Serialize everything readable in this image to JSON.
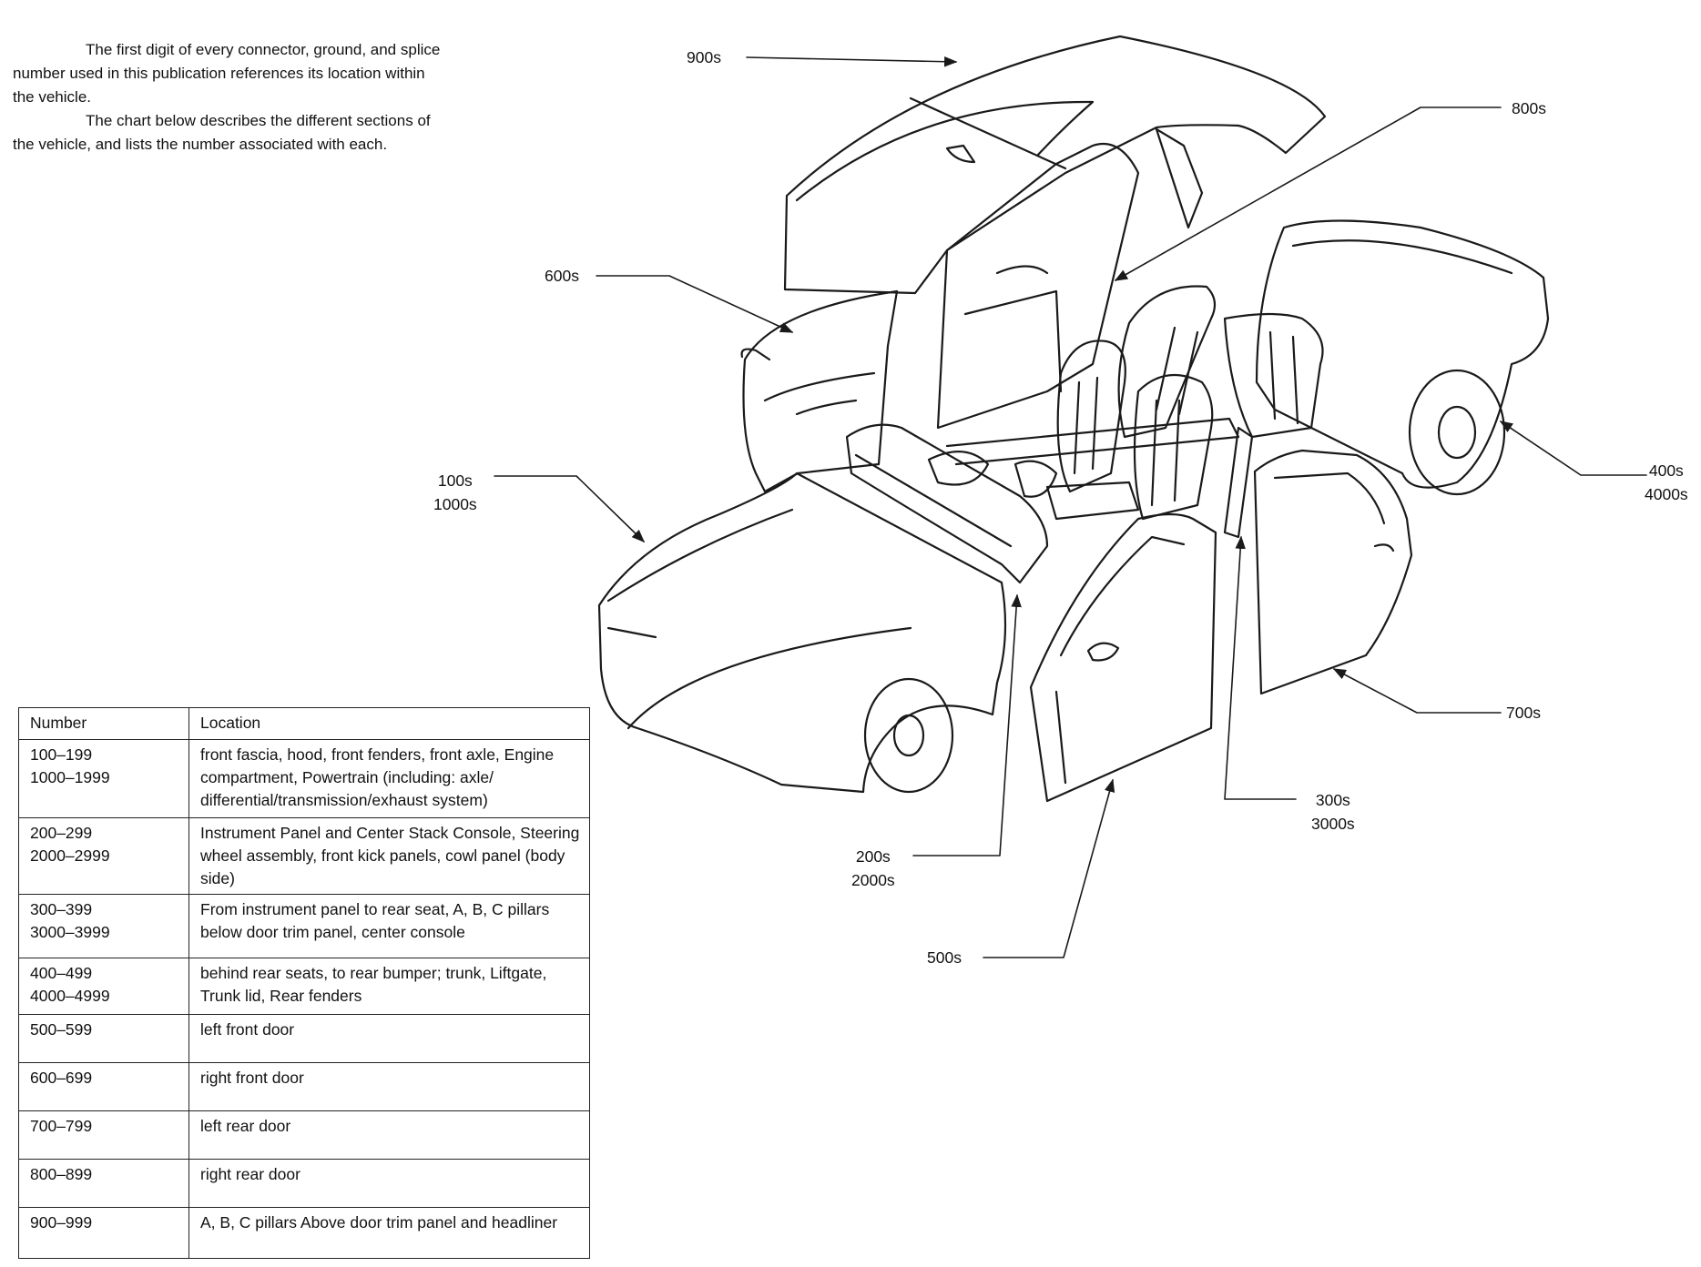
{
  "intro": {
    "paragraph1": "The first digit of every connector, ground, and splice number used in this publication references its location within the vehicle.",
    "paragraph2": "The chart below describes the different sections of the vehicle, and lists the number associated with each."
  },
  "table": {
    "headers": [
      "Number",
      "Location"
    ],
    "rows": [
      {
        "number": "100–199\n1000–1999",
        "location": "front fascia, hood, front fenders, front axle, Engine compartment, Powertrain (including: axle/ differential/transmission/exhaust system)"
      },
      {
        "number": "200–299\n2000–2999",
        "location": "Instrument Panel and Center Stack Console, Steering wheel assembly, front kick panels, cowl panel (body side)"
      },
      {
        "number": "300–399\n3000–3999",
        "location": "From instrument panel to rear seat, A, B, C pillars below door trim panel, center console"
      },
      {
        "number": "400–499\n4000–4999",
        "location": "behind rear seats, to rear bumper; trunk, Liftgate, Trunk lid, Rear fenders"
      },
      {
        "number": "500–599",
        "location": "left front door"
      },
      {
        "number": "600–699",
        "location": "right front door"
      },
      {
        "number": "700–799",
        "location": "left rear door"
      },
      {
        "number": "800–899",
        "location": "right rear door"
      },
      {
        "number": "900–999",
        "location": "A, B, C pillars Above door trim panel and headliner"
      }
    ]
  },
  "callouts": {
    "c900": "900s",
    "c800": "800s",
    "c600": "600s",
    "c400": "400s\n4000s",
    "c100": "100s\n1000s",
    "c700": "700s",
    "c300": "300s\n3000s",
    "c200": "200s\n2000s",
    "c500": "500s"
  },
  "colors": {
    "line": "#1a1a1a",
    "background": "#ffffff"
  }
}
